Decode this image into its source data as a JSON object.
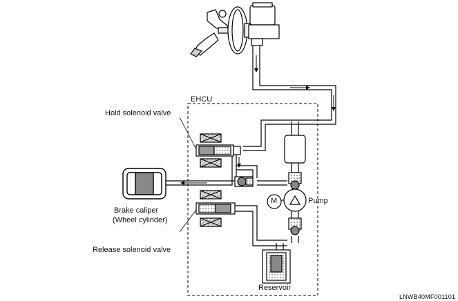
{
  "labels": {
    "ehcu": "EHCU",
    "hold_solenoid_valve": "Hold solenoid valve",
    "brake_caliper_line1": "Brake caliper",
    "brake_caliper_line2": "(Wheel cylinder)",
    "release_solenoid_valve": "Release solenoid valve",
    "motor": "M",
    "pump": "Pump",
    "reservoir": "Reservoir",
    "figure_code": "LNWB40MF001101"
  }
}
